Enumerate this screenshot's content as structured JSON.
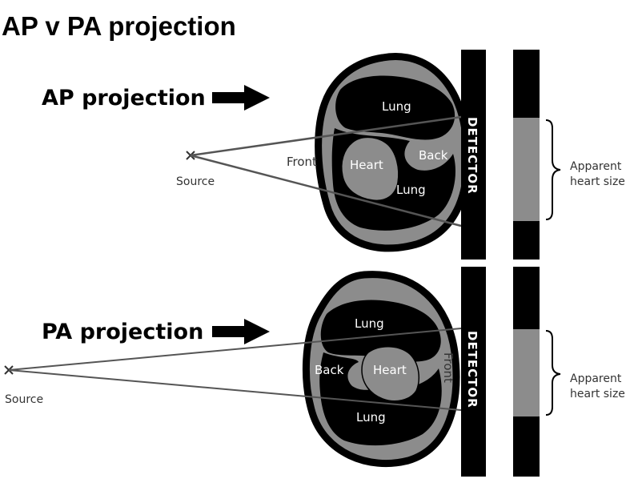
{
  "title": "AP v PA projection",
  "colors": {
    "black": "#000000",
    "gray": "#8c8c8c",
    "white": "#ffffff"
  },
  "ap": {
    "heading": "AP projection",
    "lung_top": "Lung",
    "lung_bottom": "Lung",
    "heart": "Heart",
    "back": "Back",
    "front": "Front",
    "source": "Source",
    "detector": "DETECTOR",
    "apparent_line1": "Apparent",
    "apparent_line2": "heart size"
  },
  "pa": {
    "heading": "PA projection",
    "lung_top": "Lung",
    "lung_bottom": "Lung",
    "heart": "Heart",
    "back": "Back",
    "front": "Front",
    "source": "Source",
    "detector": "DETECTOR",
    "apparent_line1": "Apparent",
    "apparent_line2": "heart size"
  }
}
